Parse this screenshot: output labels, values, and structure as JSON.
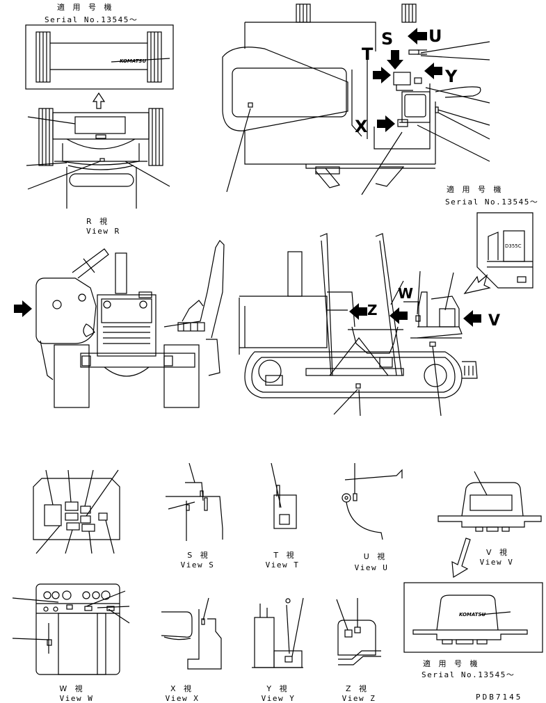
{
  "applicable_label": "適 用 号 機",
  "serial_label": "Serial No.13545～",
  "brand": "KOMATSU",
  "part_code": "D355C",
  "drawing_no": "PDB7145",
  "arrow_letters": {
    "S": "S",
    "T": "T",
    "U": "U",
    "X": "X",
    "Y": "Y",
    "W": "W",
    "Z": "Z",
    "V": "V"
  },
  "views": {
    "R": {
      "jp": "R 視",
      "en": "View R"
    },
    "S": {
      "jp": "S 視",
      "en": "View S"
    },
    "T": {
      "jp": "T 視",
      "en": "View T"
    },
    "U": {
      "jp": "U 視",
      "en": "View U"
    },
    "V": {
      "jp": "V 視",
      "en": "View V"
    },
    "W": {
      "jp": "W 視",
      "en": "View W"
    },
    "X": {
      "jp": "X 視",
      "en": "View X"
    },
    "Y": {
      "jp": "Y 視",
      "en": "View Y"
    },
    "Z": {
      "jp": "Z 視",
      "en": "View Z"
    }
  }
}
